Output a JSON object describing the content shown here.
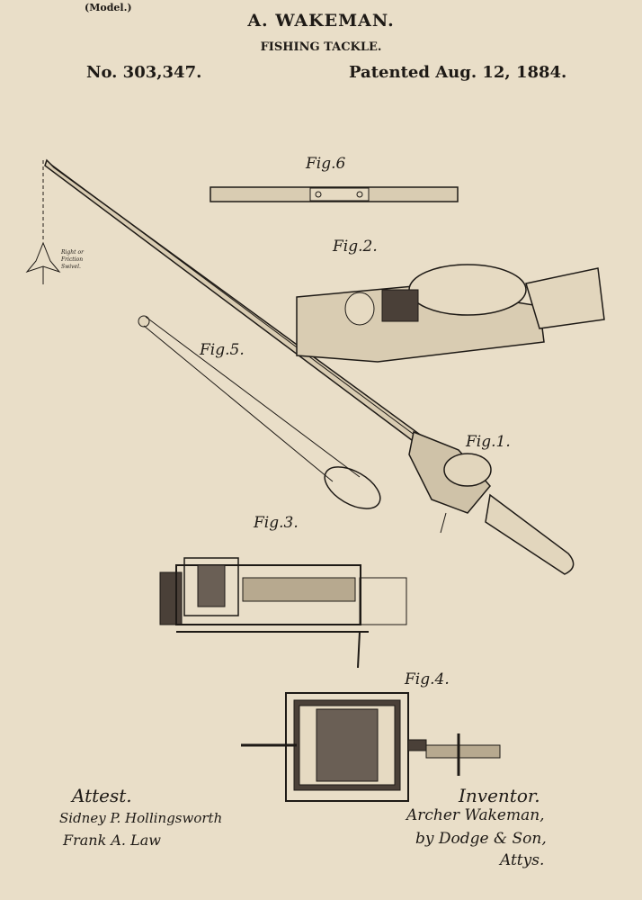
{
  "header": {
    "model": "(Model.)",
    "inventor": "A. WAKEMAN.",
    "title": "FISHING TACKLE.",
    "patent_number": "No. 303,347.",
    "patent_date": "Patented Aug. 12, 1884."
  },
  "figures": {
    "fig1": "Fig.1.",
    "fig2": "Fig.2.",
    "fig3": "Fig.3.",
    "fig4": "Fig.4.",
    "fig5": "Fig.5.",
    "fig6": "Fig.6"
  },
  "annotations": {
    "swivel_note": [
      "Right or",
      "Friction",
      "Swivel."
    ]
  },
  "signatures": {
    "attest_label": "Attest.",
    "witness_1": "Sidney P. Hollingsworth",
    "witness_2": "Frank A. Law",
    "inventor_label": "Inventor.",
    "inventor_signature": "Archer Wakeman,",
    "by_attorney": "by Dodge & Son,",
    "attys": "Attys."
  },
  "colors": {
    "paper": "#e9dec8",
    "ink": "#1e1a16"
  }
}
